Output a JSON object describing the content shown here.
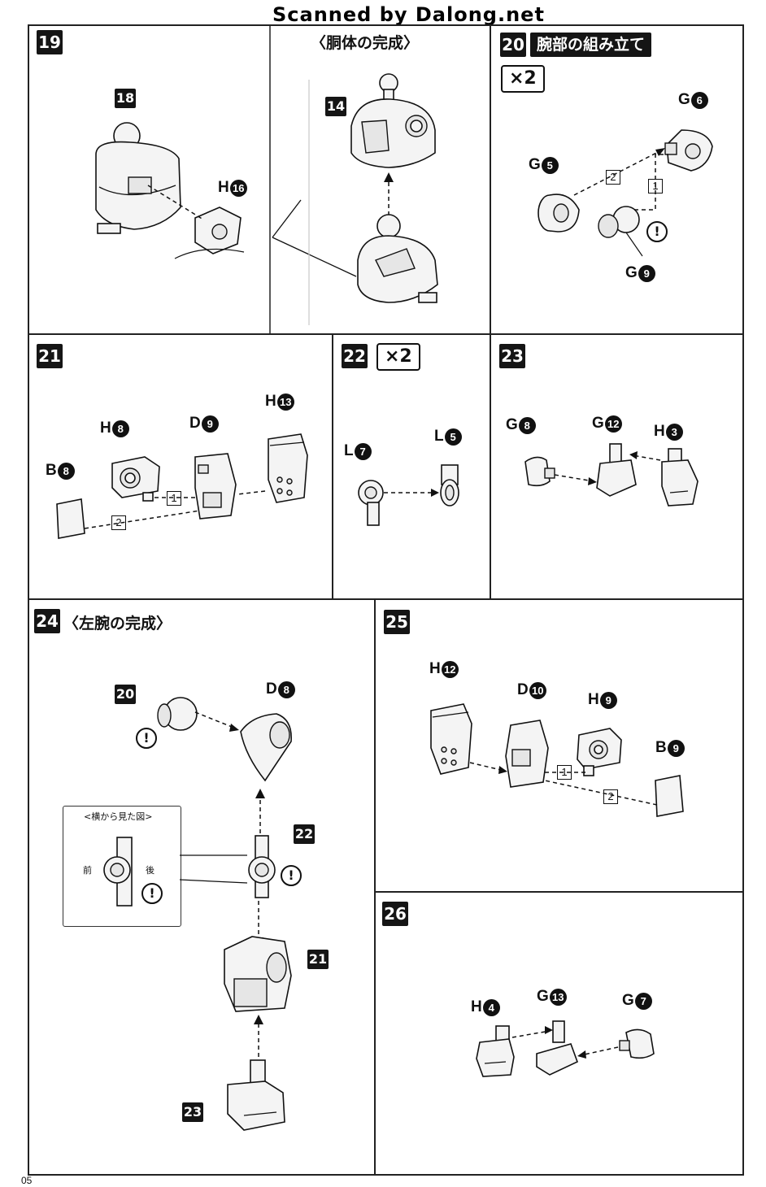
{
  "watermark": "Scanned by Dalong.net",
  "page_number": "05",
  "steps": {
    "s19": {
      "number": "19",
      "subtitle": "〈胴体の完成〉",
      "ref_a": "18",
      "ref_b": "14",
      "tag_part_letter": "H",
      "tag_part_num": "16"
    },
    "s20": {
      "number": "20",
      "title": "腕部の組み立て",
      "times": "×2",
      "tags": [
        {
          "letter": "G",
          "num": "6"
        },
        {
          "letter": "G",
          "num": "5"
        },
        {
          "letter": "G",
          "num": "9"
        }
      ],
      "order": [
        "1",
        "2"
      ],
      "note": "!"
    },
    "s21": {
      "number": "21",
      "tags": [
        {
          "letter": "H",
          "num": "13"
        },
        {
          "letter": "H",
          "num": "8"
        },
        {
          "letter": "D",
          "num": "9"
        },
        {
          "letter": "B",
          "num": "8"
        }
      ],
      "order": [
        "1",
        "2"
      ]
    },
    "s22": {
      "number": "22",
      "times": "×2",
      "tags": [
        {
          "letter": "L",
          "num": "7"
        },
        {
          "letter": "L",
          "num": "5"
        }
      ]
    },
    "s23": {
      "number": "23",
      "tags": [
        {
          "letter": "G",
          "num": "8"
        },
        {
          "letter": "G",
          "num": "12"
        },
        {
          "letter": "H",
          "num": "3"
        }
      ]
    },
    "s24": {
      "number": "24",
      "subtitle": "〈左腕の完成〉",
      "refs": [
        "20",
        "22",
        "21",
        "23"
      ],
      "tags": [
        {
          "letter": "D",
          "num": "8"
        }
      ],
      "note": "!",
      "side_view": {
        "title": "<横から見た図>",
        "front": "前",
        "back": "後"
      }
    },
    "s25": {
      "number": "25",
      "tags": [
        {
          "letter": "H",
          "num": "12"
        },
        {
          "letter": "D",
          "num": "10"
        },
        {
          "letter": "H",
          "num": "9"
        },
        {
          "letter": "B",
          "num": "9"
        }
      ],
      "order": [
        "1",
        "2"
      ]
    },
    "s26": {
      "number": "26",
      "tags": [
        {
          "letter": "H",
          "num": "4"
        },
        {
          "letter": "G",
          "num": "13"
        },
        {
          "letter": "G",
          "num": "7"
        }
      ]
    }
  }
}
